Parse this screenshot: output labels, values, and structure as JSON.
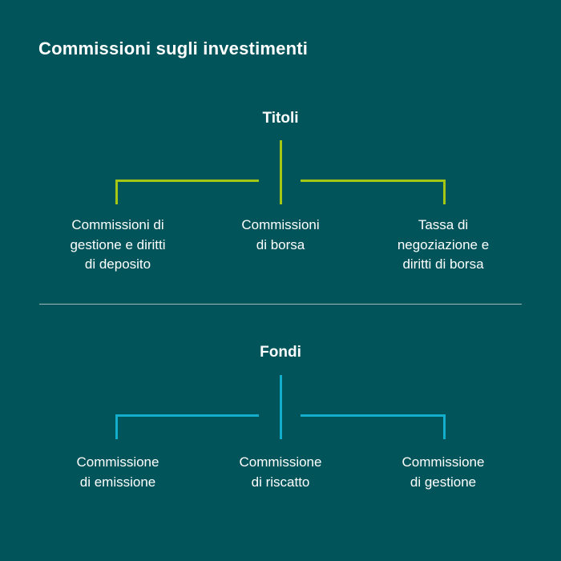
{
  "title": "Commissioni sugli investimenti",
  "colors": {
    "background": "#00545a",
    "text": "#ffffff",
    "titoli_accent": "#a5c714",
    "fondi_accent": "#12aecb",
    "divider": "#a2b9bb"
  },
  "sections": {
    "titoli": {
      "heading": "Titoli",
      "children": [
        "Commissioni di\ngestione e diritti\ndi deposito",
        "Commissioni\ndi borsa",
        "Tassa di\nnegoziazione e\ndiritti di borsa"
      ]
    },
    "fondi": {
      "heading": "Fondi",
      "children": [
        "Commissione\ndi emissione",
        "Commissione\ndi riscatto",
        "Commissione\ndi gestione"
      ]
    }
  }
}
